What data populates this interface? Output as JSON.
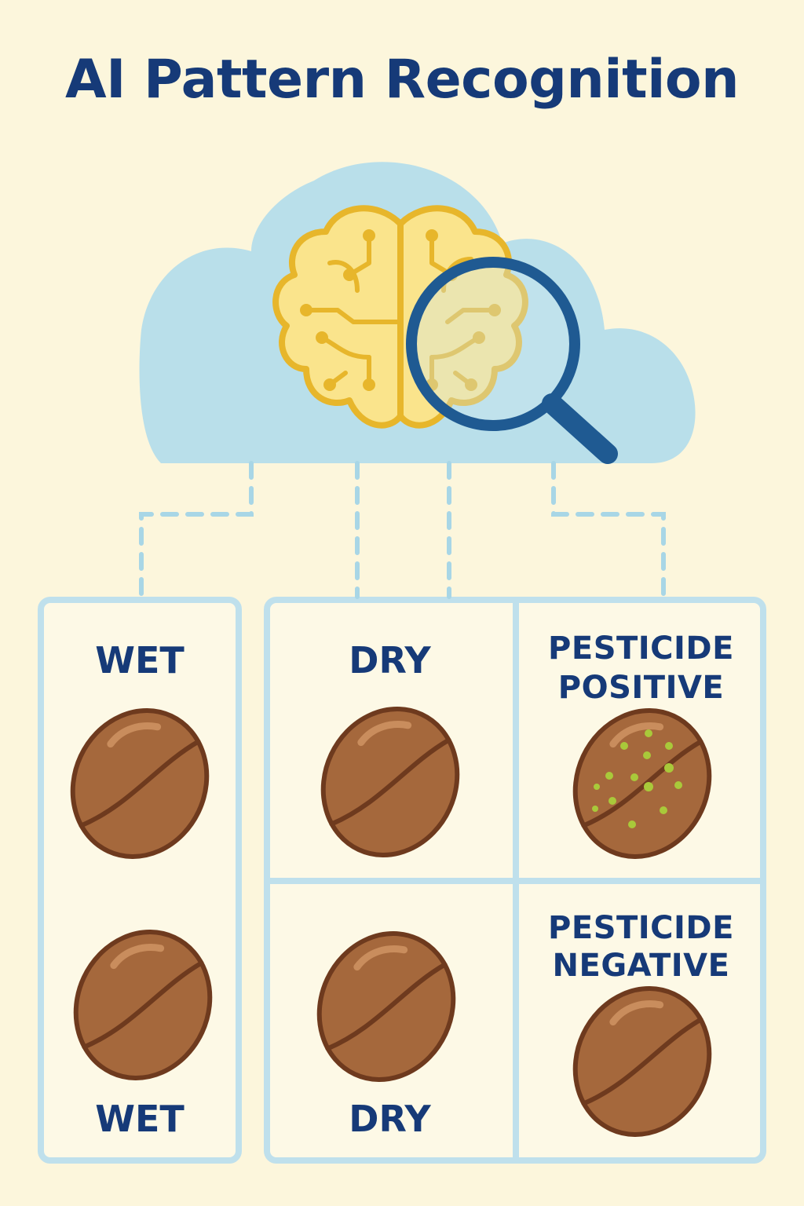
{
  "title": "AI Pattern Recognition",
  "icons": {
    "cloud": "cloud-icon",
    "brain": "brain-circuit-icon",
    "magnifier": "magnifying-glass-icon",
    "seed": "coffee-bean-icon"
  },
  "colors": {
    "background": "#fcf6dc",
    "title": "#163a78",
    "cloud": "#b9dfea",
    "connector": "#a8d6e6",
    "brain_fill": "#fae48c",
    "brain_stroke": "#e7b62b",
    "magnifier": "#1f5a92",
    "bean": "#a5683c",
    "bean_outline": "#6e3a1e",
    "pesticide_dots": "#a9c93a"
  },
  "panels": {
    "wet": {
      "top_label": "WET",
      "bottom_label": "WET"
    },
    "dry": {
      "top_label": "DRY",
      "bottom_label": "DRY"
    },
    "pesticide_positive": {
      "line1": "PESTICIDE",
      "line2": "POSITIVE"
    },
    "pesticide_negative": {
      "line1": "PESTICIDE",
      "line2": "NEGATIVE"
    }
  }
}
